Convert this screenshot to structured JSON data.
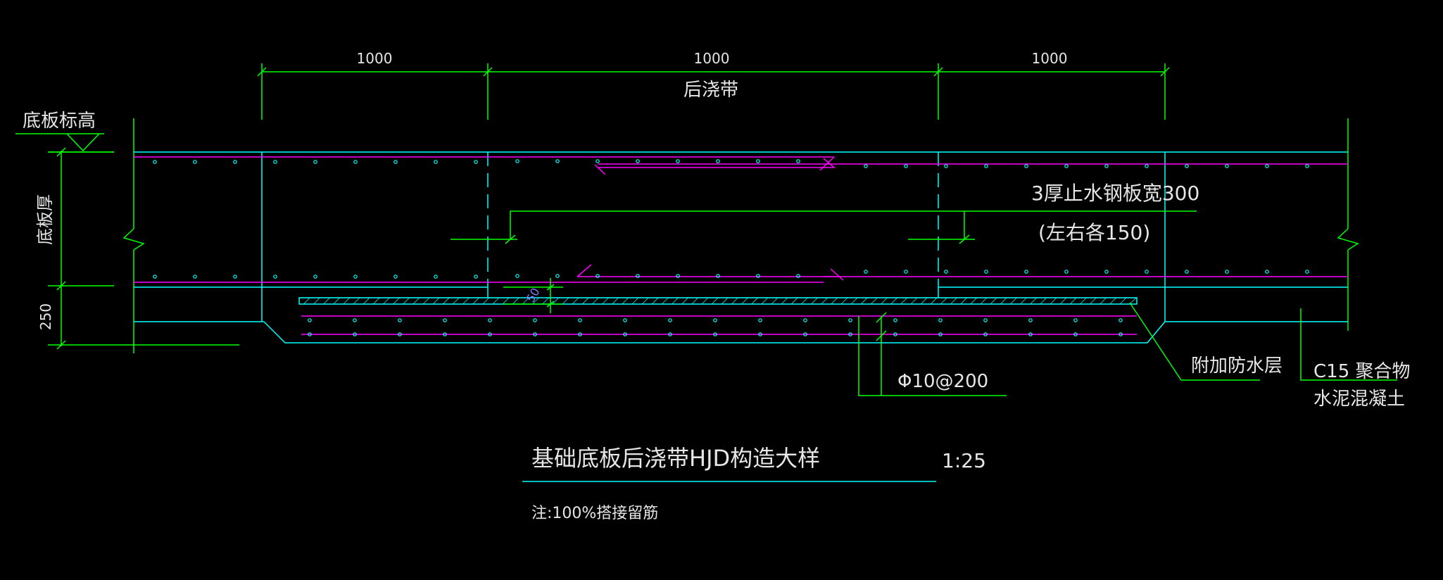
{
  "colors": {
    "background": "#000000",
    "dimension": "#00ff00",
    "concrete": "#00ffff",
    "rebar": "#ff00ff",
    "text": "#e6e6e6",
    "accent": "#8080ff"
  },
  "dimensions": {
    "top_spans": [
      "1000",
      "1000",
      "1000"
    ],
    "post_pour_strip": "后浇带",
    "left_vertical": "底板厚",
    "left_bottom": "250",
    "dim_50": "50"
  },
  "labels": {
    "slab_elevation": "底板标高",
    "waterstop_line1": "3厚止水钢板宽300",
    "waterstop_line2": "(左右各150)",
    "rebar_spec": "Φ10@200",
    "waterproof_layer": "附加防水层",
    "c15_line1": "C15 聚合物",
    "c15_line2": "水泥混凝土"
  },
  "title": {
    "main": "基础底板后浇带HJD构造大样",
    "scale": "1:25",
    "note": "注:100%搭接留筋"
  }
}
